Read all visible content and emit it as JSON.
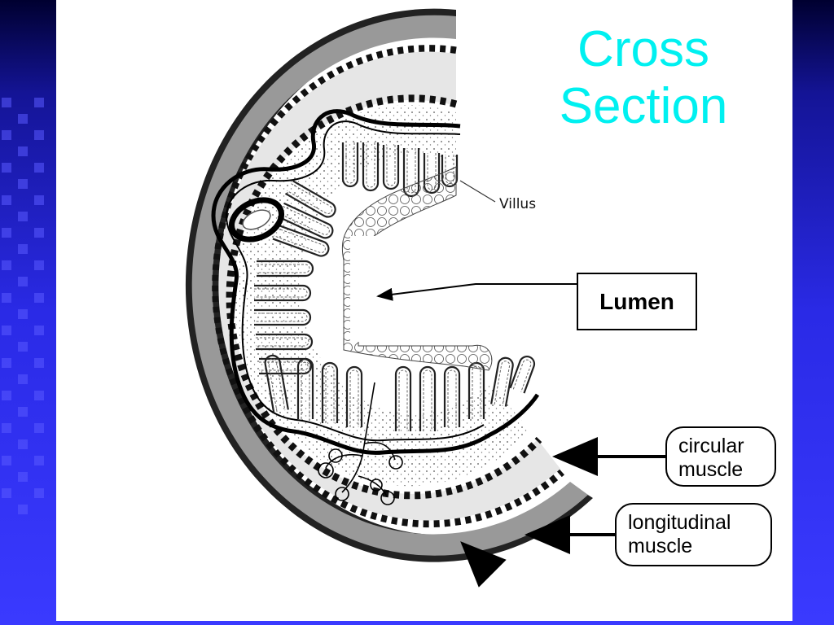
{
  "title": {
    "line1": "Cross",
    "line2": "Section"
  },
  "labels": {
    "villus": "Villus",
    "lumen": "Lumen",
    "circular_line1": "circular",
    "circular_line2": "muscle",
    "longitudinal_line1": "longitudinal",
    "longitudinal_line2": "muscle"
  },
  "colors": {
    "title": "#00f0f0",
    "slide_background": "#0a0a7a",
    "panel": "#ffffff",
    "muscle_layer": "#999999",
    "submucosa": "#e6e6e6"
  }
}
